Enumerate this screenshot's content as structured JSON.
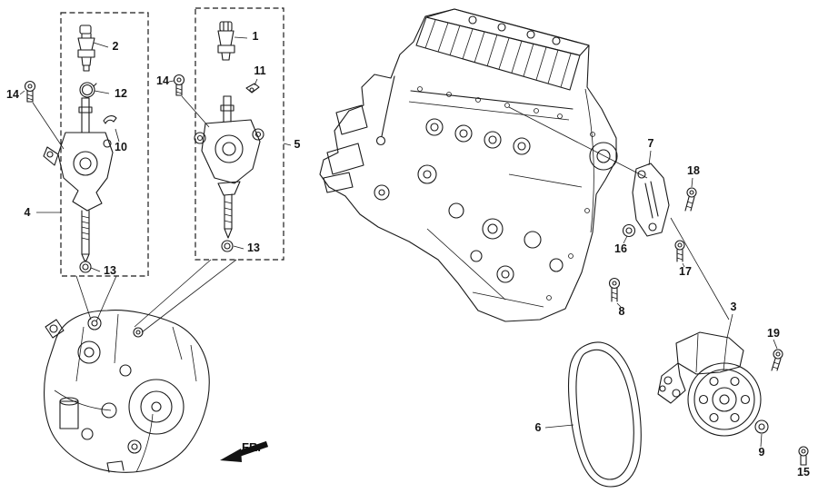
{
  "colors": {
    "background": "#ffffff",
    "line": "#1a1a1a",
    "text": "#141414"
  },
  "fr": {
    "label": "FR."
  },
  "callouts": [
    {
      "label": "2"
    },
    {
      "label": "1"
    },
    {
      "label": "14"
    },
    {
      "label": "12"
    },
    {
      "label": "11"
    },
    {
      "label": "14"
    },
    {
      "label": "10"
    },
    {
      "label": "5"
    },
    {
      "label": "4"
    },
    {
      "label": "13"
    },
    {
      "label": "13"
    },
    {
      "label": "7"
    },
    {
      "label": "18"
    },
    {
      "label": "16"
    },
    {
      "label": "17"
    },
    {
      "label": "8"
    },
    {
      "label": "3"
    },
    {
      "label": "19"
    },
    {
      "label": "6"
    },
    {
      "label": "9"
    },
    {
      "label": "15"
    }
  ]
}
